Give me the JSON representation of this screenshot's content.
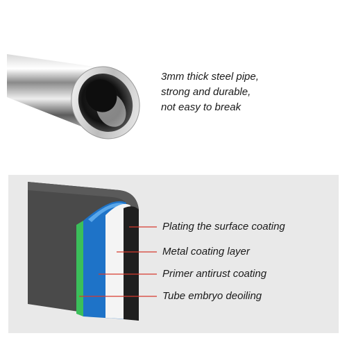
{
  "top_panel": {
    "description_lines": [
      "3mm thick steel pipe,",
      "strong and durable,",
      "not easy to break"
    ]
  },
  "bottom_panel": {
    "layer_labels": [
      "Plating the surface coating",
      "Metal coating layer",
      "Primer antirust coating",
      "Tube embryo deoiling"
    ],
    "layer_colors": {
      "outer_wall": "#4a4a4a",
      "surface_plating": "#1f1f1f",
      "metal_coating": "#f4f4f4",
      "primer": "#1e73c8",
      "tube_embryo": "#3bbf5a",
      "leader_line": "#d63a2e"
    }
  }
}
